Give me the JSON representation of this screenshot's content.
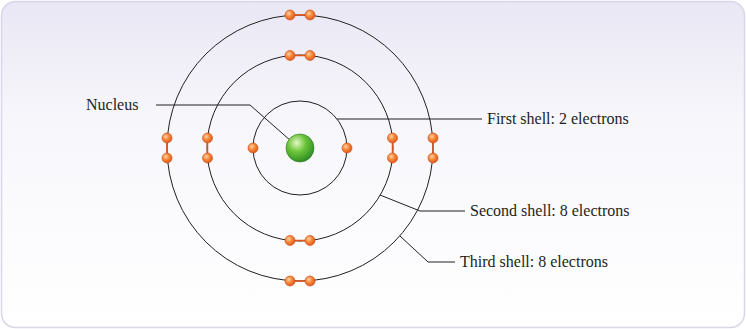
{
  "diagram": {
    "labels": [
      "Nucleus",
      "First shell: 2 electrons",
      "Second shell: 8 electrons",
      "Third shell: 8 electrons"
    ]
  }
}
